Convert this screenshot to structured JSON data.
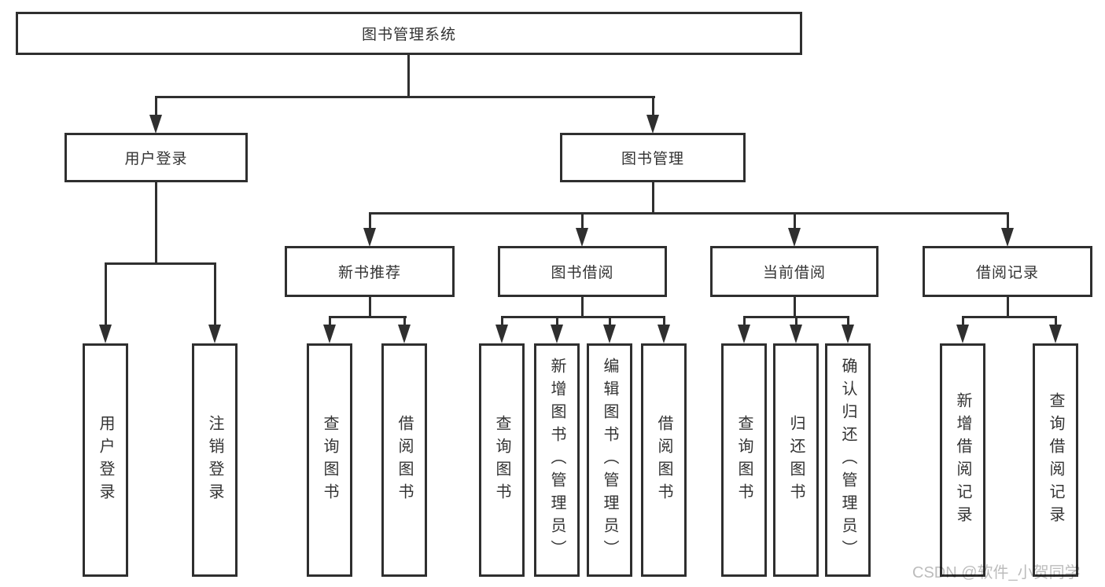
{
  "colors": {
    "line": "#2f2f2f",
    "text": "#333333",
    "box_background": "#ffffff",
    "watermark": "#bcbcbc"
  },
  "nodes": {
    "root": "图书管理系统",
    "user_login": "用户登录",
    "book_management": "图书管理",
    "new_book_recommend": "新书推荐",
    "book_borrow": "图书借阅",
    "current_borrow": "当前借阅",
    "borrow_records": "借阅记录",
    "login": "用户登录",
    "logout": "注销登录",
    "nb_query_books": "查询图书",
    "nb_borrow_books": "借阅图书",
    "bb_query_books": "查询图书",
    "bb_add_books": "新增图书（管理员）",
    "bb_edit_books": "编辑图书（管理员）",
    "bb_borrow_books": "借阅图书",
    "cb_query_books": "查询图书",
    "cb_return_books": "归还图书",
    "cb_confirm_return": "确认归还（管理员）",
    "br_add_record": "新增借阅记录",
    "br_query_record": "查询借阅记录"
  },
  "hierarchy": {
    "root": [
      "user_login",
      "book_management"
    ],
    "user_login": [
      "login",
      "logout"
    ],
    "book_management": [
      "new_book_recommend",
      "book_borrow",
      "current_borrow",
      "borrow_records"
    ],
    "new_book_recommend": [
      "nb_query_books",
      "nb_borrow_books"
    ],
    "book_borrow": [
      "bb_query_books",
      "bb_add_books",
      "bb_edit_books",
      "bb_borrow_books"
    ],
    "current_borrow": [
      "cb_query_books",
      "cb_return_books",
      "cb_confirm_return"
    ],
    "borrow_records": [
      "br_add_record",
      "br_query_record"
    ]
  },
  "watermark": "CSDN @软件_小贺同学"
}
